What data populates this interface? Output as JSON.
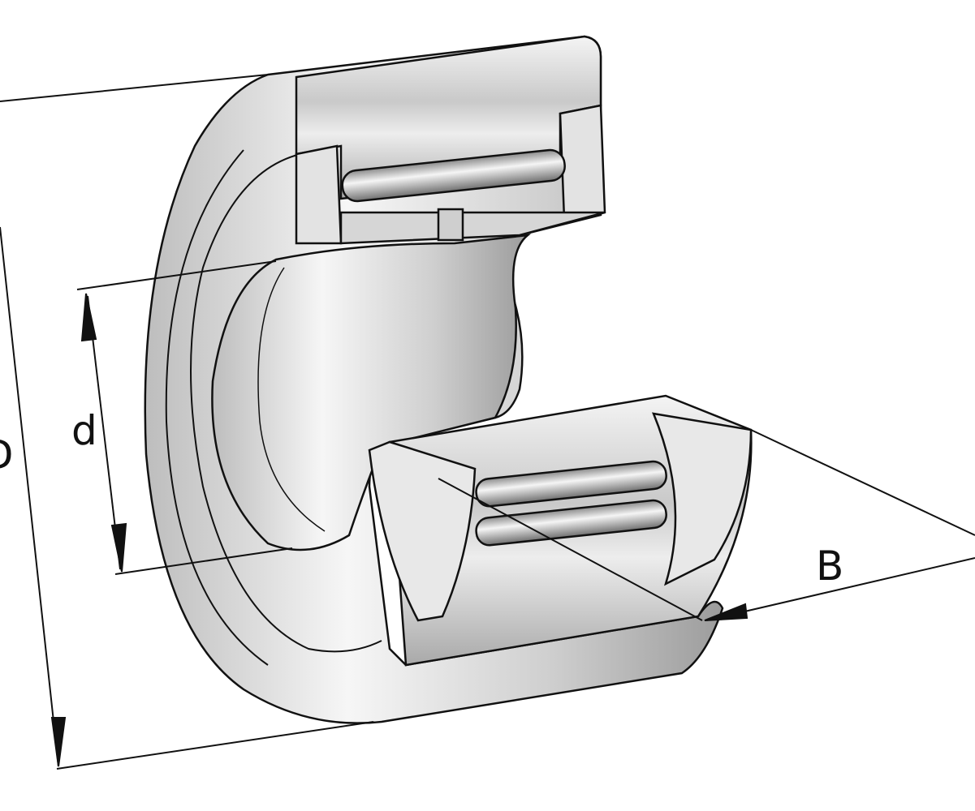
{
  "labels": {
    "outer_diameter": "D",
    "inner_diameter": "d",
    "width": "B"
  }
}
